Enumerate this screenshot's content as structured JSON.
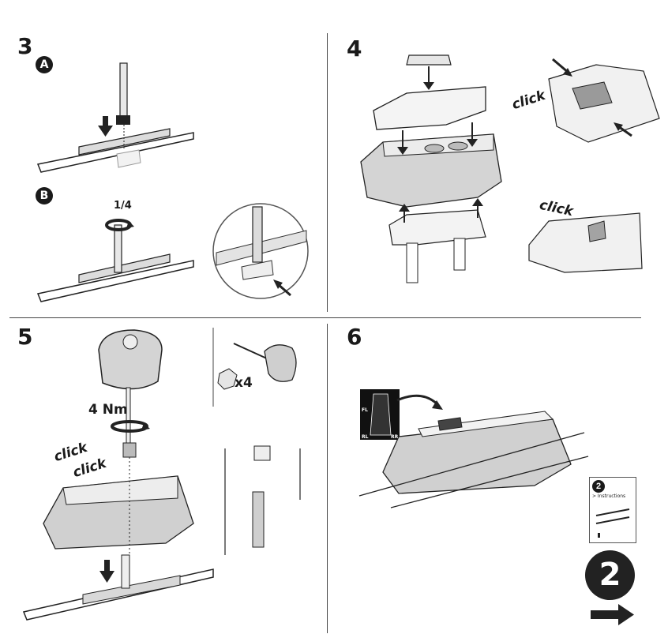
{
  "steps": {
    "s3": {
      "number": "3",
      "sub_a": "A",
      "sub_b": "B",
      "rotation": "1/4"
    },
    "s4": {
      "number": "4",
      "click_1": "click",
      "click_2": "click"
    },
    "s5": {
      "number": "5",
      "torque": "4 Nm",
      "quantity": "x4",
      "click_1": "click",
      "click_2": "click"
    },
    "s6": {
      "number": "6",
      "positions": [
        "FL",
        "RL",
        "RR"
      ],
      "booklet_number": "2",
      "booklet_title": "> Instructions",
      "next_manual_number": "2"
    }
  },
  "icons": [
    "down-arrow-icon",
    "rotate-arrow-icon",
    "right-arrow-icon",
    "pointer-arrow-icon"
  ],
  "colors": {
    "ink": "#1a1a1a",
    "fill_light": "#e6e6e6",
    "fill_mid": "#cfcfcf"
  }
}
